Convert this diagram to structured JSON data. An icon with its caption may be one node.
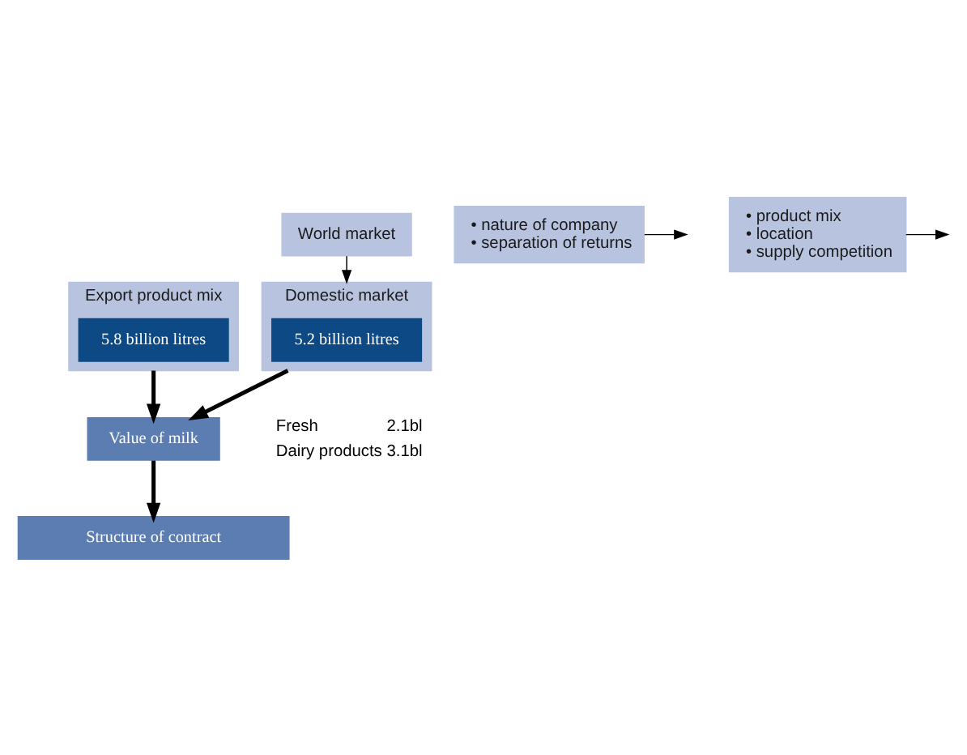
{
  "diagram": {
    "nodes": [
      {
        "text": [
          "World market"
        ]
      },
      {
        "text": [
          "Export product mix"
        ]
      },
      {
        "text": [
          "5.8 billion litres"
        ],
        "in": 1
      },
      {
        "text": [
          "Domestic market"
        ]
      },
      {
        "text": [
          "5.2 billion litres"
        ],
        "in": 3
      },
      {
        "text": [
          "Value of milk"
        ]
      },
      {
        "text": [
          "• nature of company",
          "• separation of returns"
        ]
      },
      {
        "text": [
          "• product mix",
          "• location",
          "• supply competition"
        ]
      },
      {
        "text": [
          "Structure of contract"
        ]
      }
    ],
    "edges": [
      {
        "from": 0,
        "to": 3,
        "arrow": "to"
      },
      {
        "from": 1,
        "to": 5,
        "arrow": "to",
        "style": "thick"
      },
      {
        "from": 3,
        "to": 5,
        "arrow": "to",
        "style": "thick"
      },
      {
        "from": 5,
        "to": 8,
        "arrow": "to",
        "style": "thick"
      },
      {
        "from": 6,
        "to": null,
        "arrow": "to"
      },
      {
        "from": 7,
        "to": null,
        "arrow": "to"
      }
    ],
    "labels": [
      "Fresh",
      "2.1bl",
      "Dairy products",
      "3.1bl"
    ]
  }
}
